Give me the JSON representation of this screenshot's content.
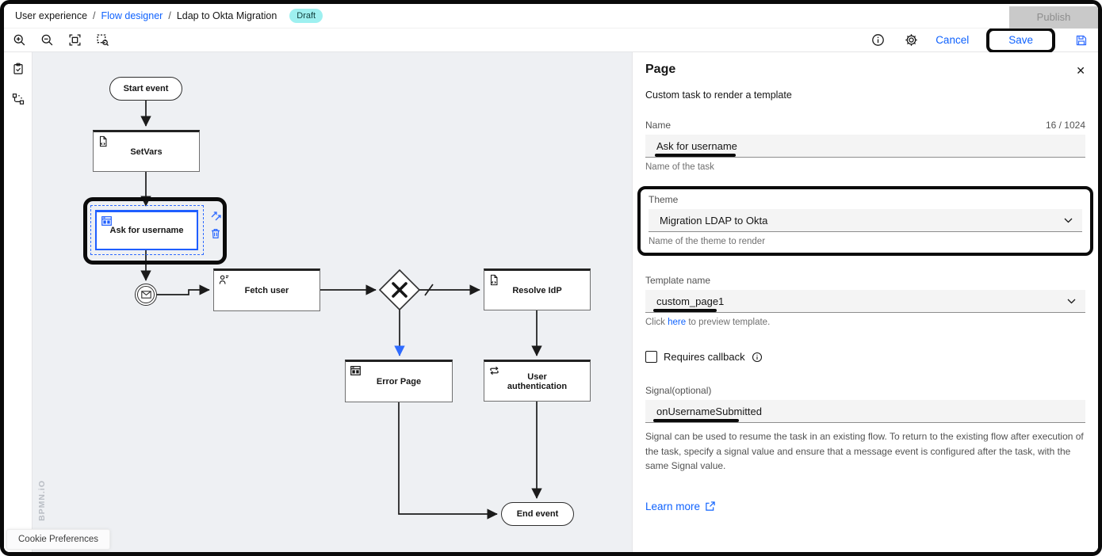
{
  "header": {
    "breadcrumb": [
      {
        "label": "User experience"
      },
      {
        "label": "Flow designer"
      },
      {
        "label": "Ldap to Okta Migration"
      }
    ],
    "separator": "/",
    "draft_badge": "Draft",
    "publish_label": "Publish"
  },
  "toolbar": {
    "cancel_label": "Cancel",
    "save_label": "Save"
  },
  "canvas": {
    "nodes": {
      "start": "Start event",
      "setvars": "SetVars",
      "ask": "Ask for username",
      "fetch": "Fetch user",
      "resolve": "Resolve IdP",
      "error": "Error Page",
      "auth": "User authentication",
      "end": "End event"
    },
    "watermark": "BPMN.iO",
    "cookie_button": "Cookie Preferences"
  },
  "panel": {
    "title": "Page",
    "subtitle": "Custom task to render a template",
    "name": {
      "label": "Name",
      "counter": "16 / 1024",
      "value": "Ask for username",
      "helper": "Name of the task"
    },
    "theme": {
      "label": "Theme",
      "value": "Migration LDAP to Okta",
      "helper": "Name of the theme to render"
    },
    "template": {
      "label": "Template name",
      "value": "custom_page1",
      "helper_prefix": "Click ",
      "helper_link": "here",
      "helper_suffix": " to preview template."
    },
    "callback": {
      "label": "Requires callback"
    },
    "signal": {
      "label": "Signal(optional)",
      "value": "onUsernameSubmitted",
      "helper": "Signal can be used to resume the task in an existing flow. To return to the existing flow after execution of the task, specify a signal value and ensure that a message event is configured after the task, with the same Signal value."
    },
    "learn_more": "Learn more"
  },
  "colors": {
    "accent_blue": "#0f62fe",
    "node_select_blue": "#1f5eff",
    "draft_bg": "#9ef0f0",
    "canvas_bg": "#eef0f3",
    "annotation_black": "#0b0b0b"
  }
}
